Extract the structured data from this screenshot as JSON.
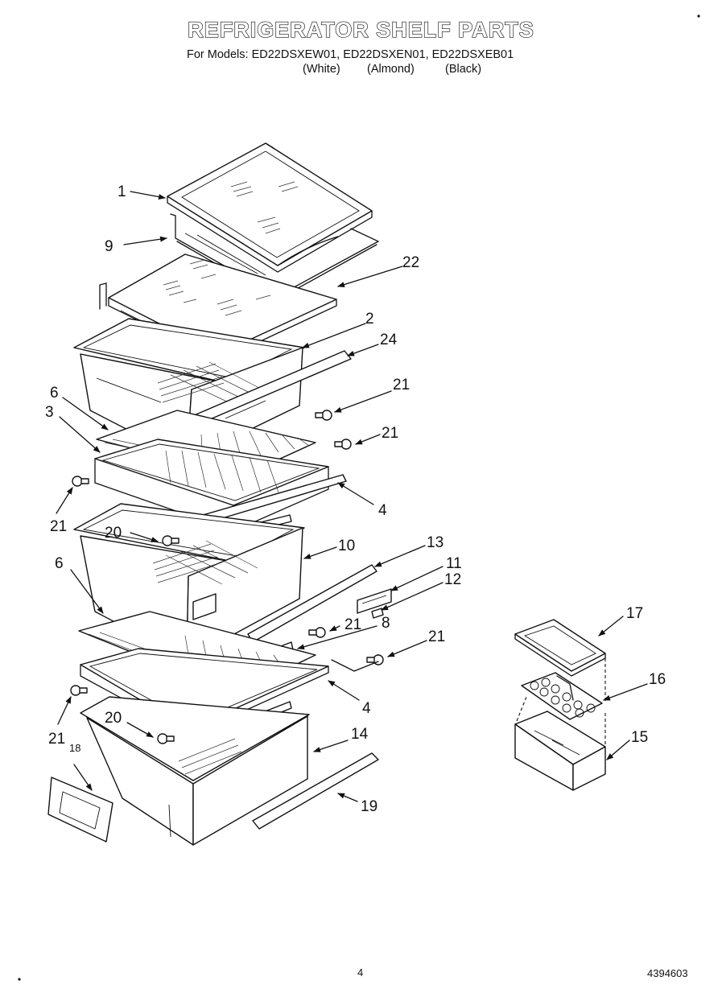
{
  "header": {
    "title": "REFRIGERATOR SHELF PARTS",
    "models_line": "For Models: ED22DSXEW01, ED22DSXEN01, ED22DSXEB01",
    "finishes": [
      "(White)",
      "(Almond)",
      "(Black)"
    ]
  },
  "callouts": [
    {
      "id": "c1",
      "label": "1"
    },
    {
      "id": "c9",
      "label": "9"
    },
    {
      "id": "c22",
      "label": "22"
    },
    {
      "id": "c2",
      "label": "2"
    },
    {
      "id": "c24",
      "label": "24"
    },
    {
      "id": "c21a",
      "label": "21"
    },
    {
      "id": "c6a",
      "label": "6"
    },
    {
      "id": "c3",
      "label": "3"
    },
    {
      "id": "c21b",
      "label": "21"
    },
    {
      "id": "c4a",
      "label": "4"
    },
    {
      "id": "c21c",
      "label": "21"
    },
    {
      "id": "c20a",
      "label": "20"
    },
    {
      "id": "c10",
      "label": "10"
    },
    {
      "id": "c13",
      "label": "13"
    },
    {
      "id": "c11",
      "label": "11"
    },
    {
      "id": "c12",
      "label": "12"
    },
    {
      "id": "c6b",
      "label": "6"
    },
    {
      "id": "c21d",
      "label": "21"
    },
    {
      "id": "c8",
      "label": "8"
    },
    {
      "id": "c21e",
      "label": "21"
    },
    {
      "id": "c17",
      "label": "17"
    },
    {
      "id": "c16",
      "label": "16"
    },
    {
      "id": "c4b",
      "label": "4"
    },
    {
      "id": "c21f",
      "label": "21"
    },
    {
      "id": "c20b",
      "label": "20"
    },
    {
      "id": "c14",
      "label": "14"
    },
    {
      "id": "c15",
      "label": "15"
    },
    {
      "id": "c18",
      "label": "18"
    },
    {
      "id": "c19",
      "label": "19"
    }
  ],
  "footer": {
    "page_number": "4",
    "part_number": "4394603"
  }
}
